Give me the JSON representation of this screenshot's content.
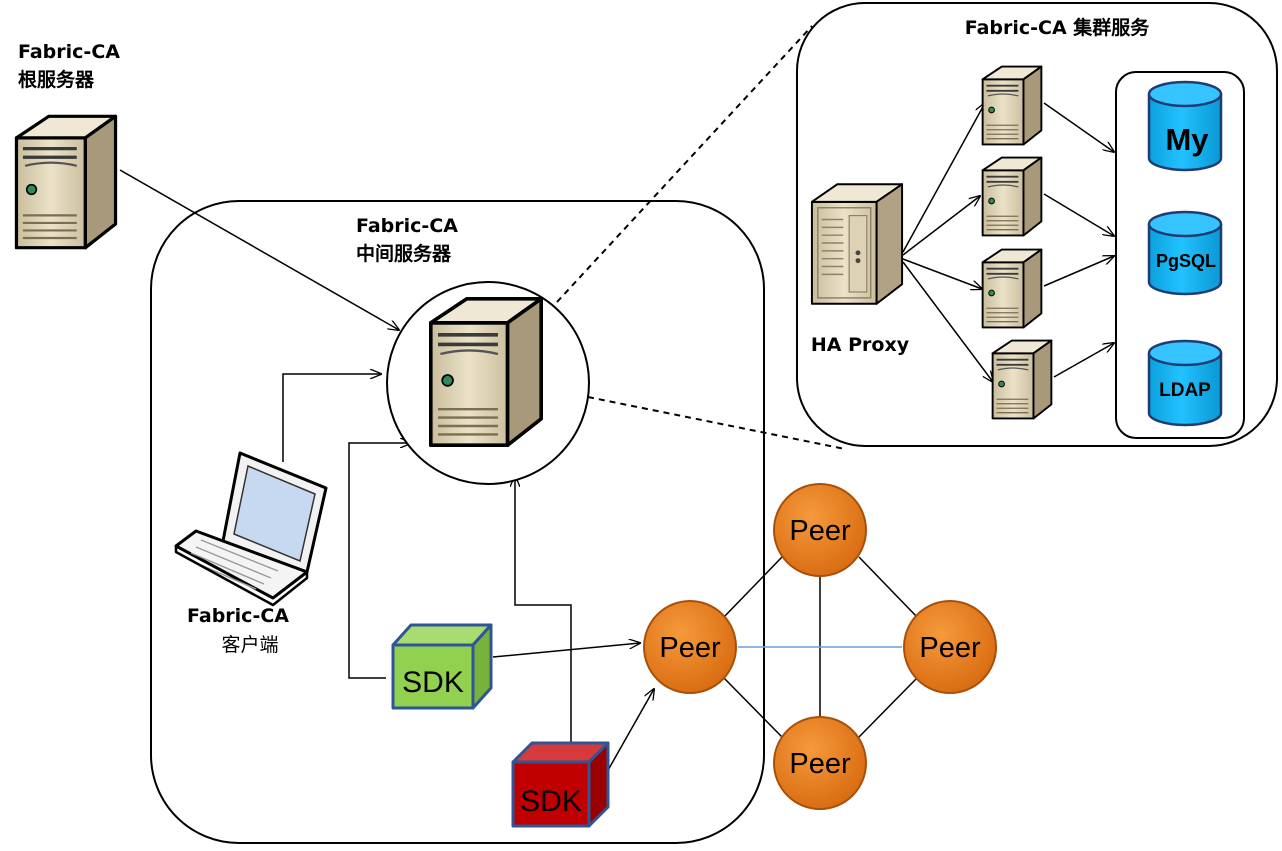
{
  "root_server": {
    "line1": "Fabric-CA",
    "line2": "根服务器"
  },
  "intermediate_server": {
    "line1": "Fabric-CA",
    "line2": "中间服务器"
  },
  "client": {
    "line1": "Fabric-CA",
    "line2": "客户端"
  },
  "cluster": {
    "title": "Fabric-CA 集群服务",
    "proxy_label": "HA Proxy"
  },
  "databases": {
    "mysql": "My",
    "pgsql": "PgSQL",
    "ldap": "LDAP"
  },
  "sdk": {
    "green_label": "SDK",
    "red_label": "SDK"
  },
  "peers": {
    "top": "Peer",
    "left": "Peer",
    "right": "Peer",
    "bottom": "Peer"
  },
  "colors": {
    "peer_fill": "#e36c0a",
    "sdk_green": "#92d050",
    "sdk_red": "#c00000",
    "database": "#00b0f0",
    "server_body": "#d9ceb0",
    "peer_link_blue": "#6f9fd8"
  }
}
